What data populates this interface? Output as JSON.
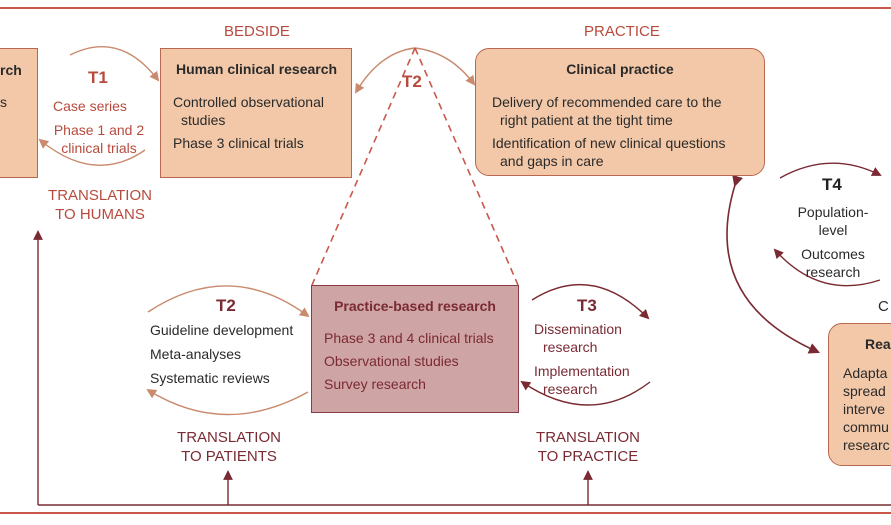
{
  "headings": {
    "bedside": "BEDSIDE",
    "practice": "PRACTICE"
  },
  "left_box": {
    "title_fragment": "rch",
    "line_fragment": "s"
  },
  "t1": {
    "label": "T1",
    "item1": "Case series",
    "item2_line1": "Phase 1 and 2",
    "item2_line2": "clinical trials",
    "caption_line1": "TRANSLATION",
    "caption_line2": "TO HUMANS"
  },
  "human_research": {
    "title": "Human clinical research",
    "item1_line1": "Controlled observational",
    "item1_line2": "studies",
    "item2": "Phase 3 clinical trials"
  },
  "t2_top": {
    "label": "T2"
  },
  "clinical_practice": {
    "title": "Clinical practice",
    "item1_line1": "Delivery of recommended care to the",
    "item1_line2": "right patient at the tight time",
    "item2_line1": "Identification of new clinical questions",
    "item2_line2": "and gaps in care"
  },
  "t4": {
    "label": "T4",
    "item1_line1": "Population-",
    "item1_line2": "level",
    "item2_line1": "Outcomes",
    "item2_line2": "research"
  },
  "right_fragment": {
    "heading": "C",
    "box_title": "Rea",
    "lines": [
      "Adapta",
      "spread",
      "interve",
      "commu",
      "researc"
    ]
  },
  "t2_bottom": {
    "label": "T2",
    "item1": "Guideline development",
    "item2": "Meta-analyses",
    "item3": "Systematic reviews",
    "caption_line1": "TRANSLATION",
    "caption_line2": "TO PATIENTS"
  },
  "practice_based": {
    "title": "Practice-based research",
    "item1": "Phase 3 and 4 clinical trials",
    "item2": "Observational studies",
    "item3": "Survey research"
  },
  "t3": {
    "label": "T3",
    "item1_line1": "Dissemination",
    "item1_line2": "research",
    "item2_line1": "Implementation",
    "item2_line2": "research",
    "caption_line1": "TRANSLATION",
    "caption_line2": "TO PRACTICE"
  },
  "colors": {
    "accent_red": "#c9584b",
    "box_fill": "#f2c8a8",
    "box_border": "#b8684f",
    "mauve_fill": "#cfa4a4",
    "maroon": "#7a2a33"
  }
}
